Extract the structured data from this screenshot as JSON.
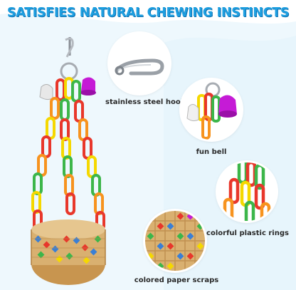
{
  "headline": "SATISFIES NATURAL CHEWING INSTINCTS",
  "features": [
    {
      "label": "stainless steel hook",
      "icon": "steel-hook-icon"
    },
    {
      "label": "fun bell",
      "icon": "bell-icon"
    },
    {
      "label": "colorful plastic rings",
      "icon": "plastic-rings-icon"
    },
    {
      "label": "colored paper scraps",
      "icon": "paper-scraps-ball-icon"
    }
  ],
  "colors": {
    "headline": "#1e9fe0",
    "background_wave": "#e4f3fb",
    "ring_red": "#e8372b",
    "ring_orange": "#f7931e",
    "ring_yellow": "#f5d800",
    "ring_green": "#3cb64a",
    "bell": "#c51bd6",
    "bamboo": "#d9b070"
  }
}
